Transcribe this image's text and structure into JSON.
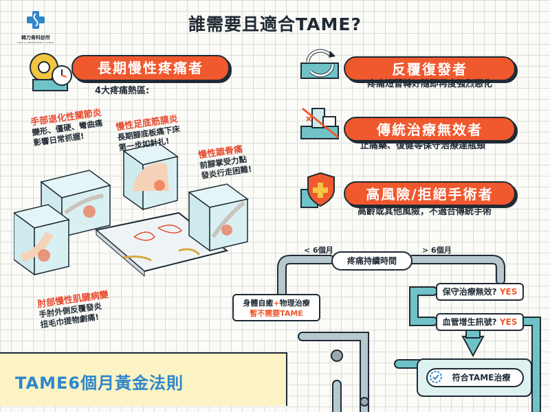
{
  "header": {
    "logo_name": "韓力骨科診所",
    "logo_subtitle": "HAN LI ORTHOPEDIC CLINIC",
    "title": "誰需要且適合TAME?"
  },
  "chronic": {
    "banner": "長期慢性疼痛者",
    "subtitle": "4大疼痛熱區:",
    "hotspots": [
      {
        "title": "手部退化性關節炎",
        "desc_lines": [
          "變形、僵硬、彎曲痛",
          "影響日常抓握!"
        ]
      },
      {
        "title": "慢性足底筋膜炎",
        "desc_lines": [
          "長期腳底板痛下床",
          "第一步如針扎!"
        ]
      },
      {
        "title": "慢性蹠骨痛",
        "desc_lines": [
          "前腳掌受力點",
          "發炎行走困難!"
        ]
      },
      {
        "title": "肘部慢性肌腱病變",
        "desc_lines": [
          "手肘外側反覆發炎",
          "扭毛巾提物劇痛!"
        ]
      }
    ]
  },
  "candidates": [
    {
      "banner": "反覆復發者",
      "desc": "疼痛短暫轉好隨即再度強烈惡化",
      "icon": "recurring-arrows-icon"
    },
    {
      "banner": "傳統治療無效者",
      "desc": "止痛藥、復健等保守治療達瓶頸",
      "icon": "failed-treatment-icon"
    },
    {
      "banner": "高風險/拒絕手術者",
      "desc": "高齡或其他風險，不適合傳統手術",
      "icon": "shield-cross-icon"
    }
  ],
  "rule": {
    "label": "TAME6個月黃金法則"
  },
  "flow": {
    "duration": "疼痛持續時間",
    "lt6": "< 6個月",
    "gt6": "> 6個月",
    "self_heal_a": "身體自癒",
    "plus": "+",
    "self_heal_b": "物理治療",
    "self_heal_c": "暫不需要TAME",
    "q1": "保守治療無效?",
    "q2": "血管增生訊號?",
    "yes": "YES",
    "result": "符合TAME治療"
  },
  "colors": {
    "accent": "#f0582e",
    "navy": "#1f2a33",
    "blue": "#2f86c9",
    "teal": "#6fc3c7"
  }
}
